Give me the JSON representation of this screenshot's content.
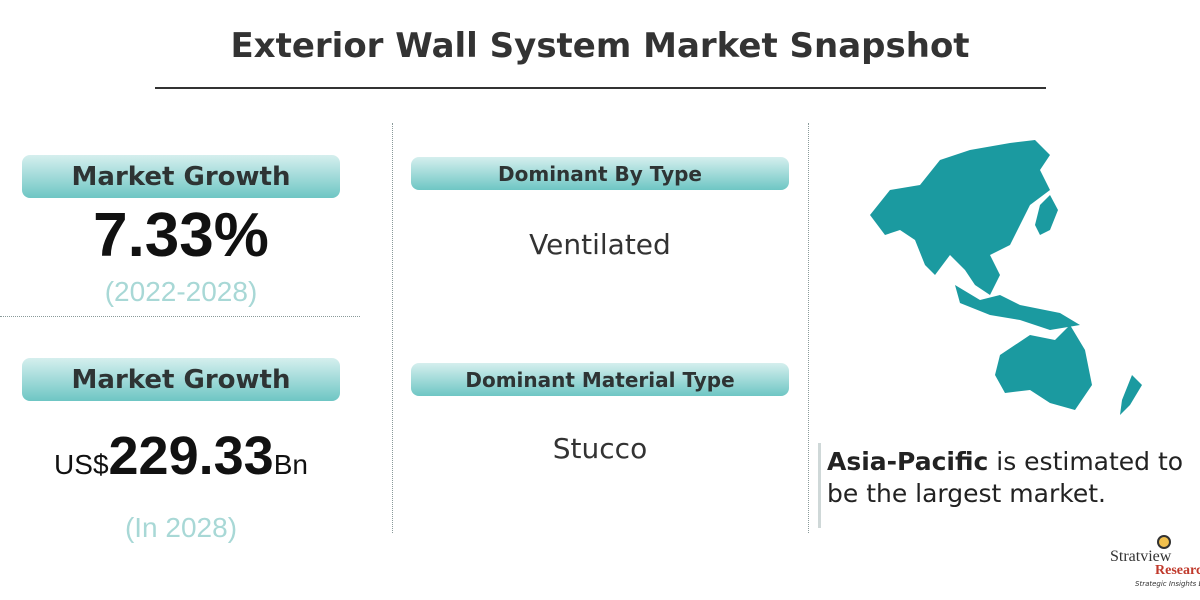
{
  "title": "Exterior Wall System Market Snapshot",
  "left": {
    "growth_label": "Market Growth",
    "cagr": "7.33%",
    "cagr_period": "(2022-2028)",
    "size_label": "Market Growth",
    "size_prefix": "US$",
    "size_value": "229.33",
    "size_suffix": "Bn",
    "size_year": "(In 2028)"
  },
  "middle": {
    "type_label": "Dominant By Type",
    "type_value": "Ventilated",
    "material_label": "Dominant Material Type",
    "material_value": "Stucco"
  },
  "right": {
    "region_bold": "Asia-Pacific",
    "region_text": " is estimated to be the largest market.",
    "map_color": "#1b9aa0"
  },
  "logo": {
    "name": "Stratview",
    "sub": "Research",
    "tagline": "Strategic Insights Delivered"
  },
  "colors": {
    "accent": "#6ec6c4",
    "sub_text": "#a8d8d6"
  }
}
